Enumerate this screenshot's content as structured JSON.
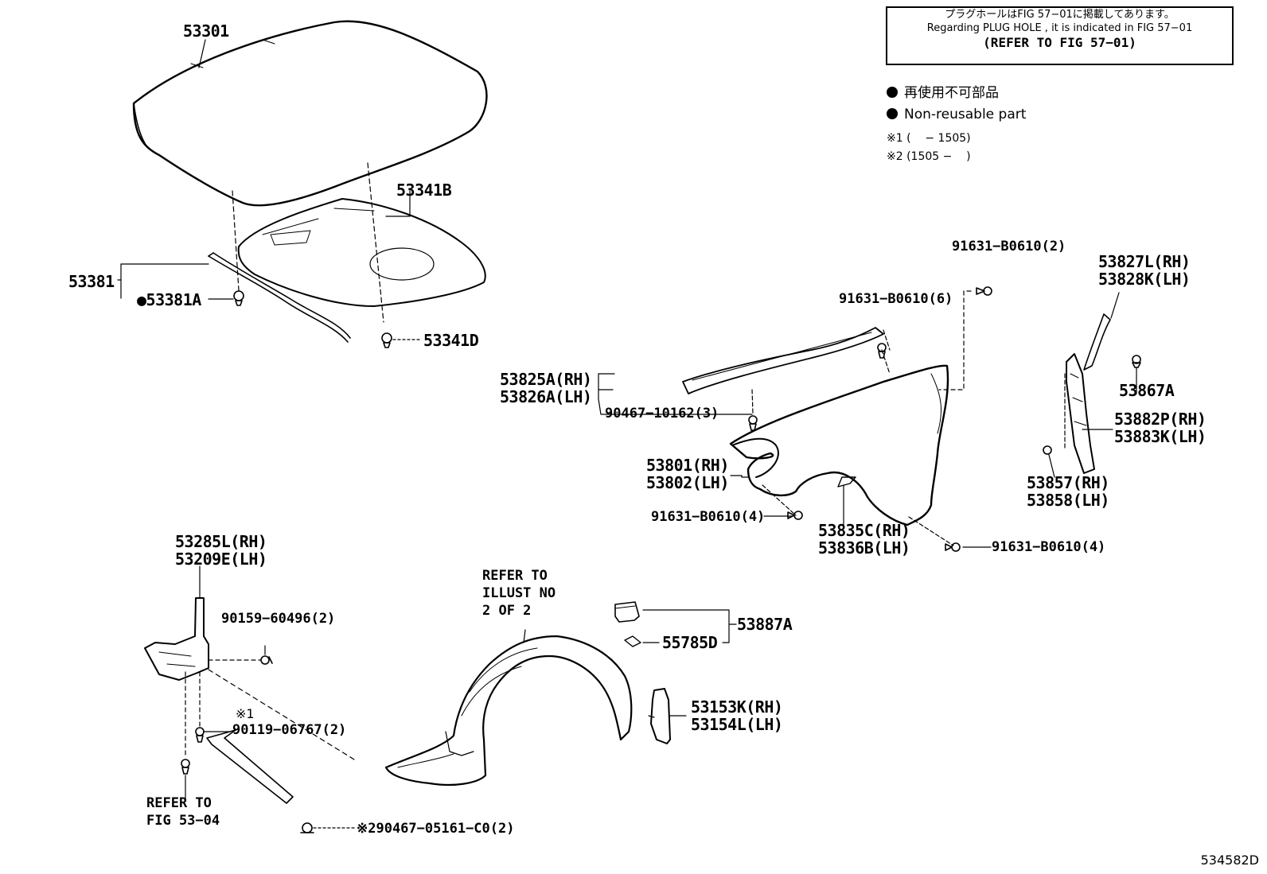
{
  "note": {
    "jp": "プラグホールはFIG 57−01に掲載してあります。",
    "en": "Regarding PLUG HOLE , it is indicated in FIG 57−01",
    "refer": "(REFER TO FIG 57−01)"
  },
  "legend": {
    "jp": "再使用不可部品",
    "en": "Non-reusable part",
    "mark1": "※1 (    − 1505)",
    "mark2": "※2 (1505 −    )"
  },
  "labels": {
    "p53301": "53301",
    "p53341B": "53341B",
    "p53381": "53381",
    "p53381A": "●53381A",
    "p53341D": "53341D",
    "p91631_2": "91631−B0610(2)",
    "p91631_6": "91631−B0610(6)",
    "p53827L": "53827L(RH)",
    "p53828K": "53828K(LH)",
    "p53825A": "53825A(RH)",
    "p53826A": "53826A(LH)",
    "p90467_10162": "90467−10162(3)",
    "p53867A": "53867A",
    "p53882P": "53882P(RH)",
    "p53883K": "53883K(LH)",
    "p53801": "53801(RH)",
    "p53802": "53802(LH)",
    "p53857": "53857(RH)",
    "p53858": "53858(LH)",
    "p91631_4a": "91631−B0610(4)",
    "p53835C": "53835C(RH)",
    "p53836B": "53836B(LH)",
    "p91631_4b": "91631−B0610(4)",
    "p53285L": "53285L(RH)",
    "p53209E": "53209E(LH)",
    "p90159": "90159−60496(2)",
    "p90119_mark": "※1",
    "p90119": "90119−06767(2)",
    "p53887A": "53887A",
    "p55785D": "55785D",
    "p53153K": "53153K(RH)",
    "p53154L": "53154L(LH)",
    "refer_illust_1": "REFER TO",
    "refer_illust_2": "ILLUST NO",
    "refer_illust_3": "2 OF 2",
    "refer_fig_1": "REFER TO",
    "refer_fig_2": "FIG 53−04",
    "p90467_05161": "※290467−05161−C0(2)"
  },
  "diagram_code": "534582D"
}
